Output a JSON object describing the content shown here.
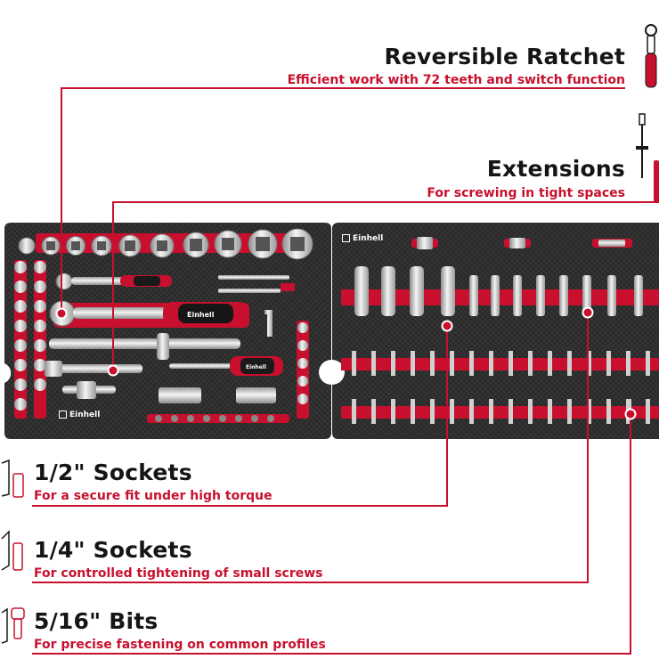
{
  "brand": "Einhell",
  "colors": {
    "accent": "#c8102e",
    "tray": "#262626",
    "text": "#151515"
  },
  "features": {
    "ratchet": {
      "title": "Reversible Ratchet",
      "subtitle": "Efficient work with 72 teeth and switch function",
      "icon": "ratchet-icon"
    },
    "extensions": {
      "title": "Extensions",
      "subtitle": "For screwing in tight spaces",
      "icon": "extension-bar-icon"
    },
    "half_inch": {
      "title": "1/2\" Sockets",
      "subtitle": "For a secure fit under high torque",
      "icon": "socket-icon"
    },
    "quarter_inch": {
      "title": "1/4\" Sockets",
      "subtitle": "For controlled tightening of small screws",
      "icon": "socket-icon"
    },
    "bits": {
      "title": "5/16\" Bits",
      "subtitle": "For precise fastening on common profiles",
      "icon": "bit-icon"
    }
  }
}
